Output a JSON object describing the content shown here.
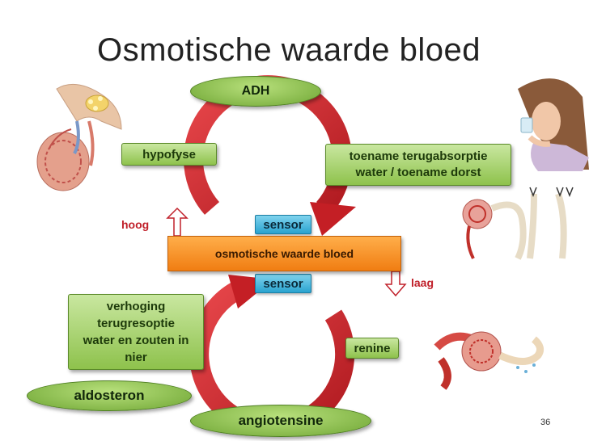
{
  "title": "Osmotische waarde bloed",
  "center_box": "osmotische waarde bloed",
  "sensor_top": "sensor",
  "sensor_bottom": "sensor",
  "labels": {
    "hoog": "hoog",
    "laag": "laag"
  },
  "top_cycle": {
    "oval": "ADH",
    "left_box": "hypofyse",
    "right_box_line1": "toename terugabsorptie",
    "right_box_line2": "water / toename dorst"
  },
  "bottom_cycle": {
    "left_box_line1": "verhoging",
    "left_box_line2": "terugresoptie",
    "left_box_line3": "water en zouten in",
    "left_box_line4": "nier",
    "renine": "renine",
    "aldosteron": "aldosteron",
    "angiotensine": "angiotensine"
  },
  "page_number": "36",
  "colors": {
    "cycle_red": "#d8262c",
    "green": "#8ec24c",
    "blue": "#2aa3cf",
    "orange": "#f07d12"
  }
}
